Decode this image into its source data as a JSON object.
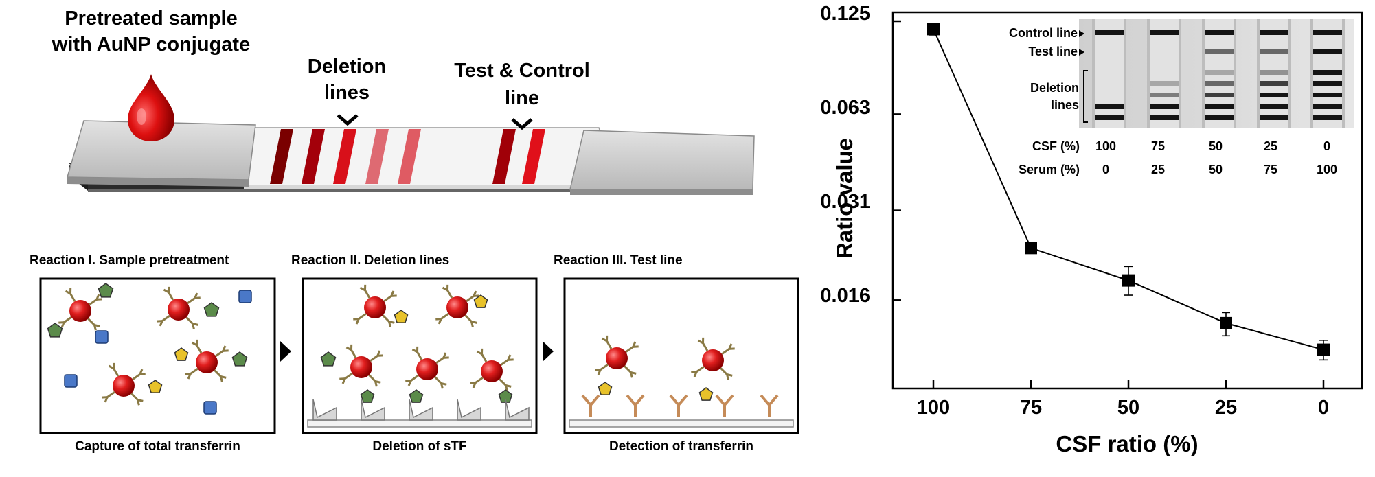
{
  "strip": {
    "sample_title_line1": "Pretreated sample",
    "sample_title_line2": "with AuNP conjugate",
    "deletion_label_line1": "Deletion",
    "deletion_label_line2": "lines",
    "test_control_label_line1": "Test & Control",
    "test_control_label_line2": "line"
  },
  "panels": [
    {
      "title": "Reaction I. Sample pretreatment",
      "caption": "Capture of total transferrin"
    },
    {
      "title": "Reaction II. Deletion lines",
      "caption": "Deletion of sTF"
    },
    {
      "title": "Reaction III. Test line",
      "caption": "Detection of transferrin"
    }
  ],
  "inset": {
    "labels": {
      "control_line": "Control line",
      "test_line": "Test line",
      "deletion_line1": "Deletion",
      "deletion_line2": "lines"
    },
    "csf_label": "CSF (%)",
    "serum_label": "Serum (%)",
    "csf_values": [
      "100",
      "75",
      "50",
      "25",
      "0"
    ],
    "serum_values": [
      "0",
      "25",
      "50",
      "75",
      "100"
    ]
  },
  "chart_data": {
    "type": "line",
    "xlabel": "CSF ratio (%)",
    "ylabel": "Ratio value",
    "x_categories": [
      "100",
      "75",
      "50",
      "25",
      "0"
    ],
    "y_scale": "log",
    "y_ticks": [
      "0.016",
      "0.031",
      "0.063",
      "0.125"
    ],
    "series": [
      {
        "x": [
          100,
          75,
          50,
          25,
          0
        ],
        "y": [
          0.118,
          0.0235,
          0.0185,
          0.0135,
          0.0111
        ],
        "error_low": [
          0.113,
          0.0235,
          0.0166,
          0.0123,
          0.0103
        ],
        "error_high": [
          0.122,
          0.0235,
          0.0205,
          0.0146,
          0.0119
        ]
      }
    ],
    "colors": {
      "marker": "#000000",
      "line": "#000000"
    }
  }
}
